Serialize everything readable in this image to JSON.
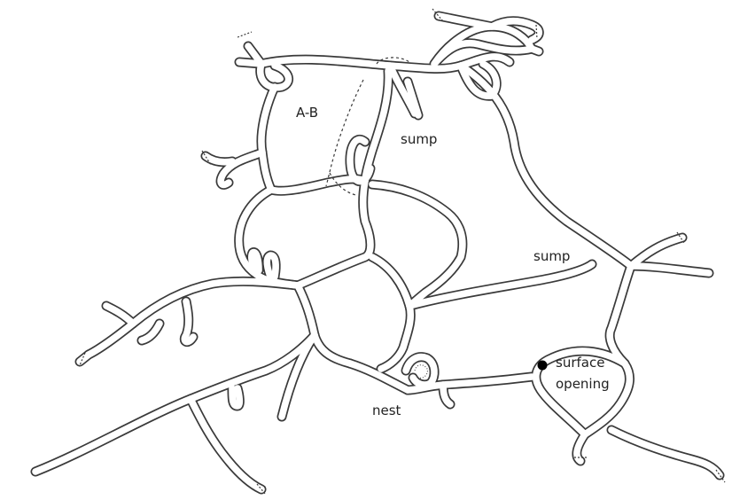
{
  "labels": {
    "ab": "A-B",
    "sump_top": "sump",
    "sump_right": "sump",
    "surface_line1": "surface",
    "surface_line2": "opening",
    "nest": "nest"
  },
  "colors": {
    "ink": "#3a3a3a",
    "background": "#ffffff"
  }
}
